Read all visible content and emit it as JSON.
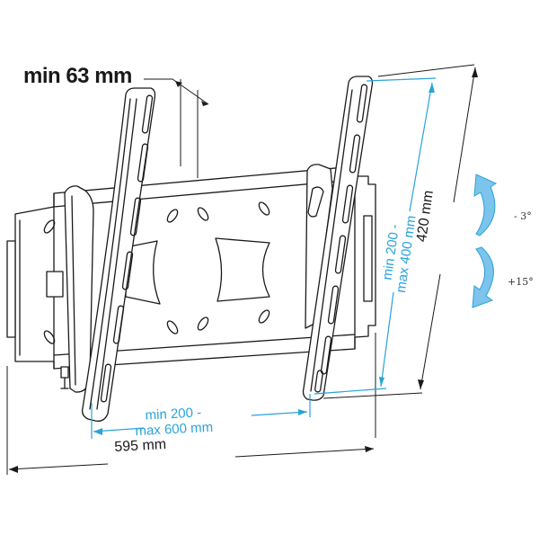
{
  "diagram": {
    "subject": "Tilting TV wall mount bracket",
    "colors": {
      "line": "#1a1a1a",
      "accent": "#29a3d9",
      "arrow_fill": "#7cc4ec",
      "background": "#ffffff"
    },
    "labels": {
      "wall_distance": "min 63 mm",
      "overall_width": "595 mm",
      "overall_height": "420 mm",
      "vesa_width_line1": "min 200 -",
      "vesa_width_line2": "max 600 mm",
      "vesa_height_line1": "min 200 -",
      "vesa_height_line2": "max 400 mm",
      "tilt_up": "- 3°",
      "tilt_down": "+15°"
    },
    "icons": {
      "tilt_up_arrow": "curved-arrow-up-icon",
      "tilt_down_arrow": "curved-arrow-down-icon"
    }
  }
}
